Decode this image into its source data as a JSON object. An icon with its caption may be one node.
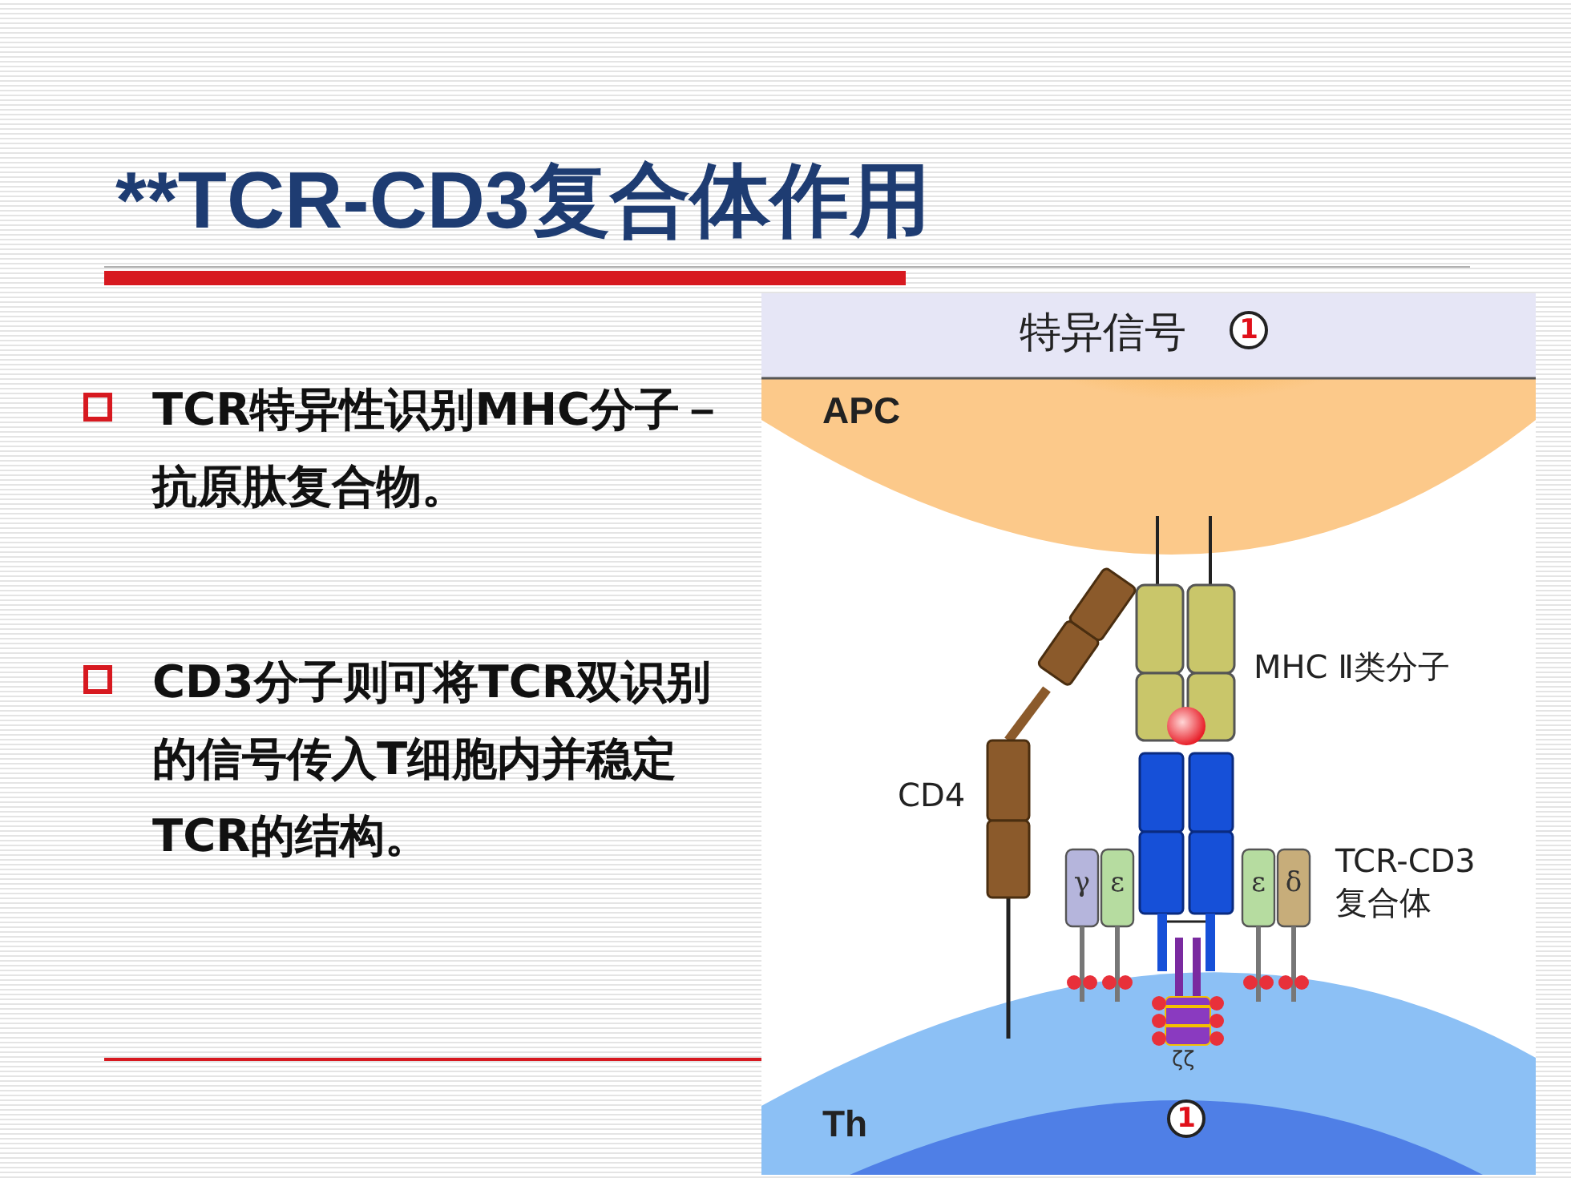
{
  "diagram": {
    "title": "**TCR-CD3复合体作用",
    "labels": [
      "TCR特异性识别MHC分子－抗原肽复合物。",
      "CD3分子则可将TCR双识别的信号传入T细胞内并稳定TCR的结构。",
      "特异信号",
      "1",
      "APC",
      "MHC Ⅱ类分子",
      "CD4",
      "γ",
      "ε",
      "ε",
      "δ",
      "TCR-CD3 复合体",
      "ζζ",
      "Th",
      "1"
    ]
  }
}
